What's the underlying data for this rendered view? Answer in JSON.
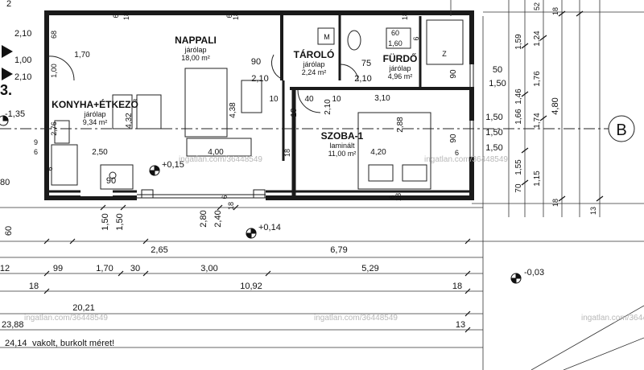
{
  "rooms": {
    "nappali": {
      "name": "NAPPALI",
      "floor": "járólap",
      "area": "18,00 m²"
    },
    "taroló": {
      "name": "TÁROLÓ",
      "floor": "járólap",
      "area": "2,24 m²"
    },
    "furdo": {
      "name": "FÜRDŐ",
      "floor": "járólap",
      "area": "4,96 m²"
    },
    "konyha": {
      "name": "KONYHA+ÉTKEZŐ",
      "floor": "járólap",
      "area": "9,34 m²"
    },
    "szoba": {
      "name": "SZOBA-1",
      "floor": "laminált",
      "area": "11,00 m²"
    }
  },
  "room_dims": {
    "nappali_depth": "4,38",
    "nappali_width": "4,00",
    "konyha_depth": "4,32",
    "konyha_width": "2,50",
    "szoba_width": "3,10",
    "szoba_depth": "4,20",
    "szoba_inner": "2,88",
    "konyha_small": "2,76"
  },
  "openings": {
    "d90_nappali": "90",
    "d210_nappali": "2,10",
    "d75_taroló": "75",
    "d210_taroló": "2,10",
    "d40": "40",
    "d210_szoba": "2,10",
    "d10_a": "10",
    "d10_b": "10",
    "d10_c": "10",
    "w90_konyha": "90",
    "w90_furdo": "90",
    "w90_szoba": "90",
    "w50_furdo": "50",
    "w150_furdo": "1,50",
    "w150_szoba_a": "1,50",
    "w150_szoba_b": "1,50",
    "d160": "1,60",
    "d60": "60",
    "d6_a": "6",
    "d6_b": "6",
    "d9": "9",
    "w150_bottom_a": "1,50",
    "w150_bottom_b": "1,50",
    "w280": "2,80",
    "w240": "2,40",
    "d68": "68",
    "d100": "1,00",
    "d170_top": "1,70",
    "d18_a": "18",
    "d18_b": "18",
    "d18_c": "18",
    "d18_d": "18",
    "d18_e": "18",
    "d18_f": "18",
    "d6_c": "6",
    "d6_d": "6",
    "d6_e": "6",
    "d6_f": "6",
    "d6_g": "6",
    "d6_h": "6"
  },
  "left_cut": {
    "t210a": "2,10",
    "t100": "1,00",
    "t210b": "2,10",
    "t3": "3.",
    "t135": "-1,35",
    "t80": "80",
    "t60": "60",
    "t2": "2"
  },
  "elevations": {
    "e1": "+0,15",
    "e2": "+0,14",
    "e3": "-0,03"
  },
  "bottom_dims": {
    "row1": [
      "2,65",
      "6,79"
    ],
    "row2": [
      "12",
      "99",
      "1,70",
      "30",
      "3,00",
      "5,29"
    ],
    "row3": [
      "18",
      "10,92",
      "18"
    ],
    "row4": "20,21",
    "row5": [
      "23,88",
      "13"
    ],
    "row6": "24,14",
    "note": "vakolt, burkolt méret!"
  },
  "right_dims": {
    "col1": [
      "1,59",
      "1,46",
      "1,66",
      "1,55",
      "70"
    ],
    "col2": [
      "1,24",
      "1,76",
      "1,74",
      "1,15"
    ],
    "col3": [
      "4,80"
    ],
    "top": [
      "52",
      "18",
      "18"
    ],
    "col4": "13"
  },
  "axis": {
    "label": "B",
    "dim150": "1,50"
  },
  "watermark": "ingatlan.com/36448549",
  "misc": {
    "m": "M",
    "z": "Z"
  },
  "colors": {
    "wall": "#1a1a1a",
    "dim": "#333333",
    "watermark": "#bdbdbd"
  }
}
